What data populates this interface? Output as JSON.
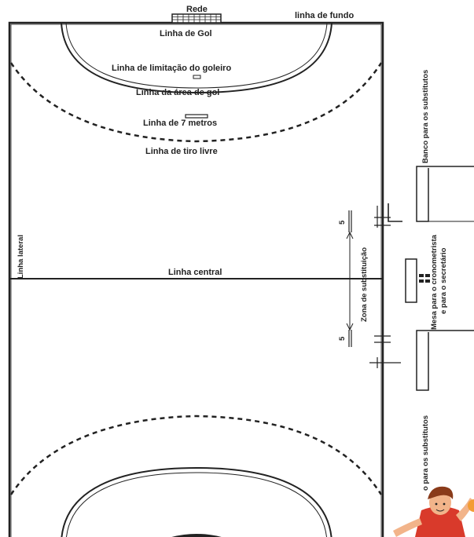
{
  "labels": {
    "net": "Rede",
    "end_line": "linha de fundo",
    "goal_line": "Linha de Gol",
    "goalkeeper_limit_line": "Linha de limitação do goleiro",
    "goal_area_line": "Linha da área de gol",
    "seven_meter_line": "Linha de 7 metros",
    "free_throw_line": "Linha de tiro livre",
    "side_line": "Linha lateral",
    "center_line": "Linha central",
    "substitution_zone": "Zona de substituição",
    "bench_top": "Banco para os substitutos",
    "bench_bottom": "o para os substitutos",
    "timekeeper_table_1": "Mesa para o cronometrista",
    "timekeeper_table_2": "e para o secretário",
    "mark_top": "5",
    "mark_bottom": "5"
  },
  "icons": {
    "character": "cartoon-player-icon"
  },
  "colors": {
    "line": "#222222",
    "background": "#ffffff",
    "character_shirt": "#d93a2b",
    "character_hair": "#8a3b1a",
    "character_skin": "#f2b48a",
    "ball": "#f39c34"
  }
}
